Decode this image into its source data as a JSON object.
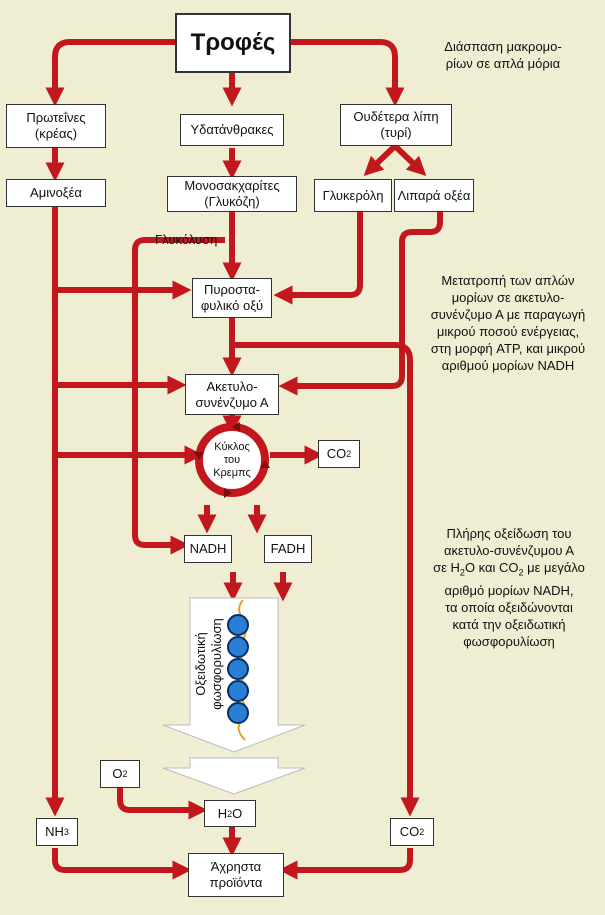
{
  "colors": {
    "background": "#efeed2",
    "arrow": "#c2171c",
    "arrow_dark": "#7d0a0e",
    "ball": "#2a7fd4"
  },
  "nodes": {
    "food": "Τροφές",
    "proteins": "Πρωτεΐνες\n(κρέας)",
    "carbs": "Υδατάνθρακες",
    "fats": "Ουδέτερα λίπη\n(τυρί)",
    "amino": "Αμινοξέα",
    "mono": "Μονοσακχαρίτες\n(Γλυκόζη)",
    "glycerol": "Γλυκερόλη",
    "fattyacids": "Λιπαρά οξέα",
    "pyruvate": "Πυροστα-\nφυλικό οξύ",
    "acetyl": "Ακετυλο-\nσυνένζυμο Α",
    "co2_krebs": "CO",
    "co2_sub": "2",
    "nadh": "NADH",
    "fadh": "FADH",
    "o2": "O",
    "o2_sub": "2",
    "h2o_h": "H",
    "h2o_sub": "2",
    "h2o_o": "O",
    "nh3": "NH",
    "nh3_sub": "3",
    "co2_bottom": "CO",
    "co2_bottom_sub": "2",
    "waste": "Άχρηστα\nπροϊόντα"
  },
  "labels": {
    "glycolysis": "Γλυκόλυση",
    "krebs": "Κύκλος\nτου\nΚρεμπς",
    "oxphos": "Οξειδωτική\nφωσφορυλίωση"
  },
  "notes": {
    "breakdown": "Διάσπαση μακρομο-\nρίων σε απλά μόρια",
    "conversion": "Μετατροπή των απλών\nμορίων σε ακετυλο-\nσυνένζυμο Α με παραγωγή\nμικρού ποσού ενέργειας,\nστη μορφή ATP, και μικρού\nαριθμού μορίων NADH",
    "oxidation_1": "Πλήρης οξείδωση του\nακετυλο-συνένζυμου Α\nσε H",
    "oxidation_sub1": "2",
    "oxidation_2": "O και CO",
    "oxidation_sub2": "2",
    "oxidation_3": " με μεγάλο\nαριθμό μορίων NADH,\nτα οποία οξειδώνονται\nκατά την οξειδωτική\nφωσφορυλίωση"
  }
}
